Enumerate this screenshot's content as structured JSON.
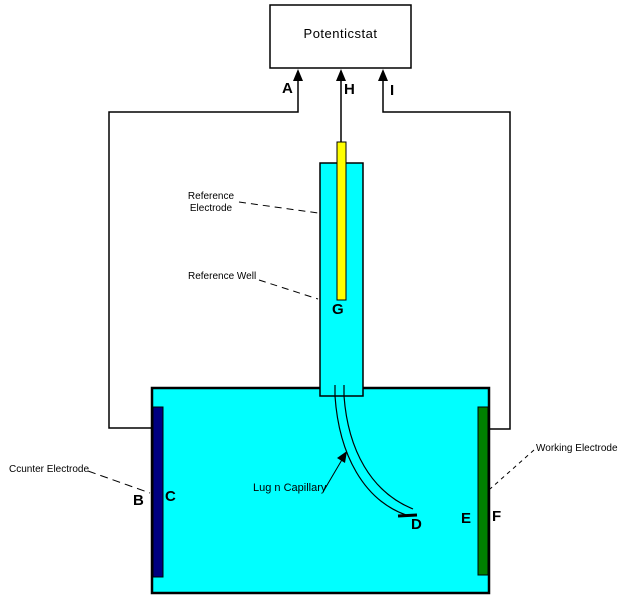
{
  "title": "Potenticstat",
  "labels": {
    "reference_electrode_line1": "Reference",
    "reference_electrode_line2": "Electrode",
    "reference_well": "Reference Well",
    "luggin_capillary": "Lug n Capillary",
    "counter_electrode": "Ccunter Electrode",
    "working_electrode": "Working Electrode"
  },
  "markers": {
    "a": "A",
    "h": "H",
    "i": "I",
    "g": "G",
    "b": "B",
    "c": "C",
    "d": "D",
    "e": "E",
    "f": "F"
  },
  "colors": {
    "background": "#FFFFFF",
    "solution": "#00FFFF",
    "reference_electrode_rod": "#FFFF00",
    "counter_electrode_bar": "#000080",
    "working_electrode_bar": "#008000",
    "line": "#000000",
    "box_fill": "#FFFFFF"
  }
}
